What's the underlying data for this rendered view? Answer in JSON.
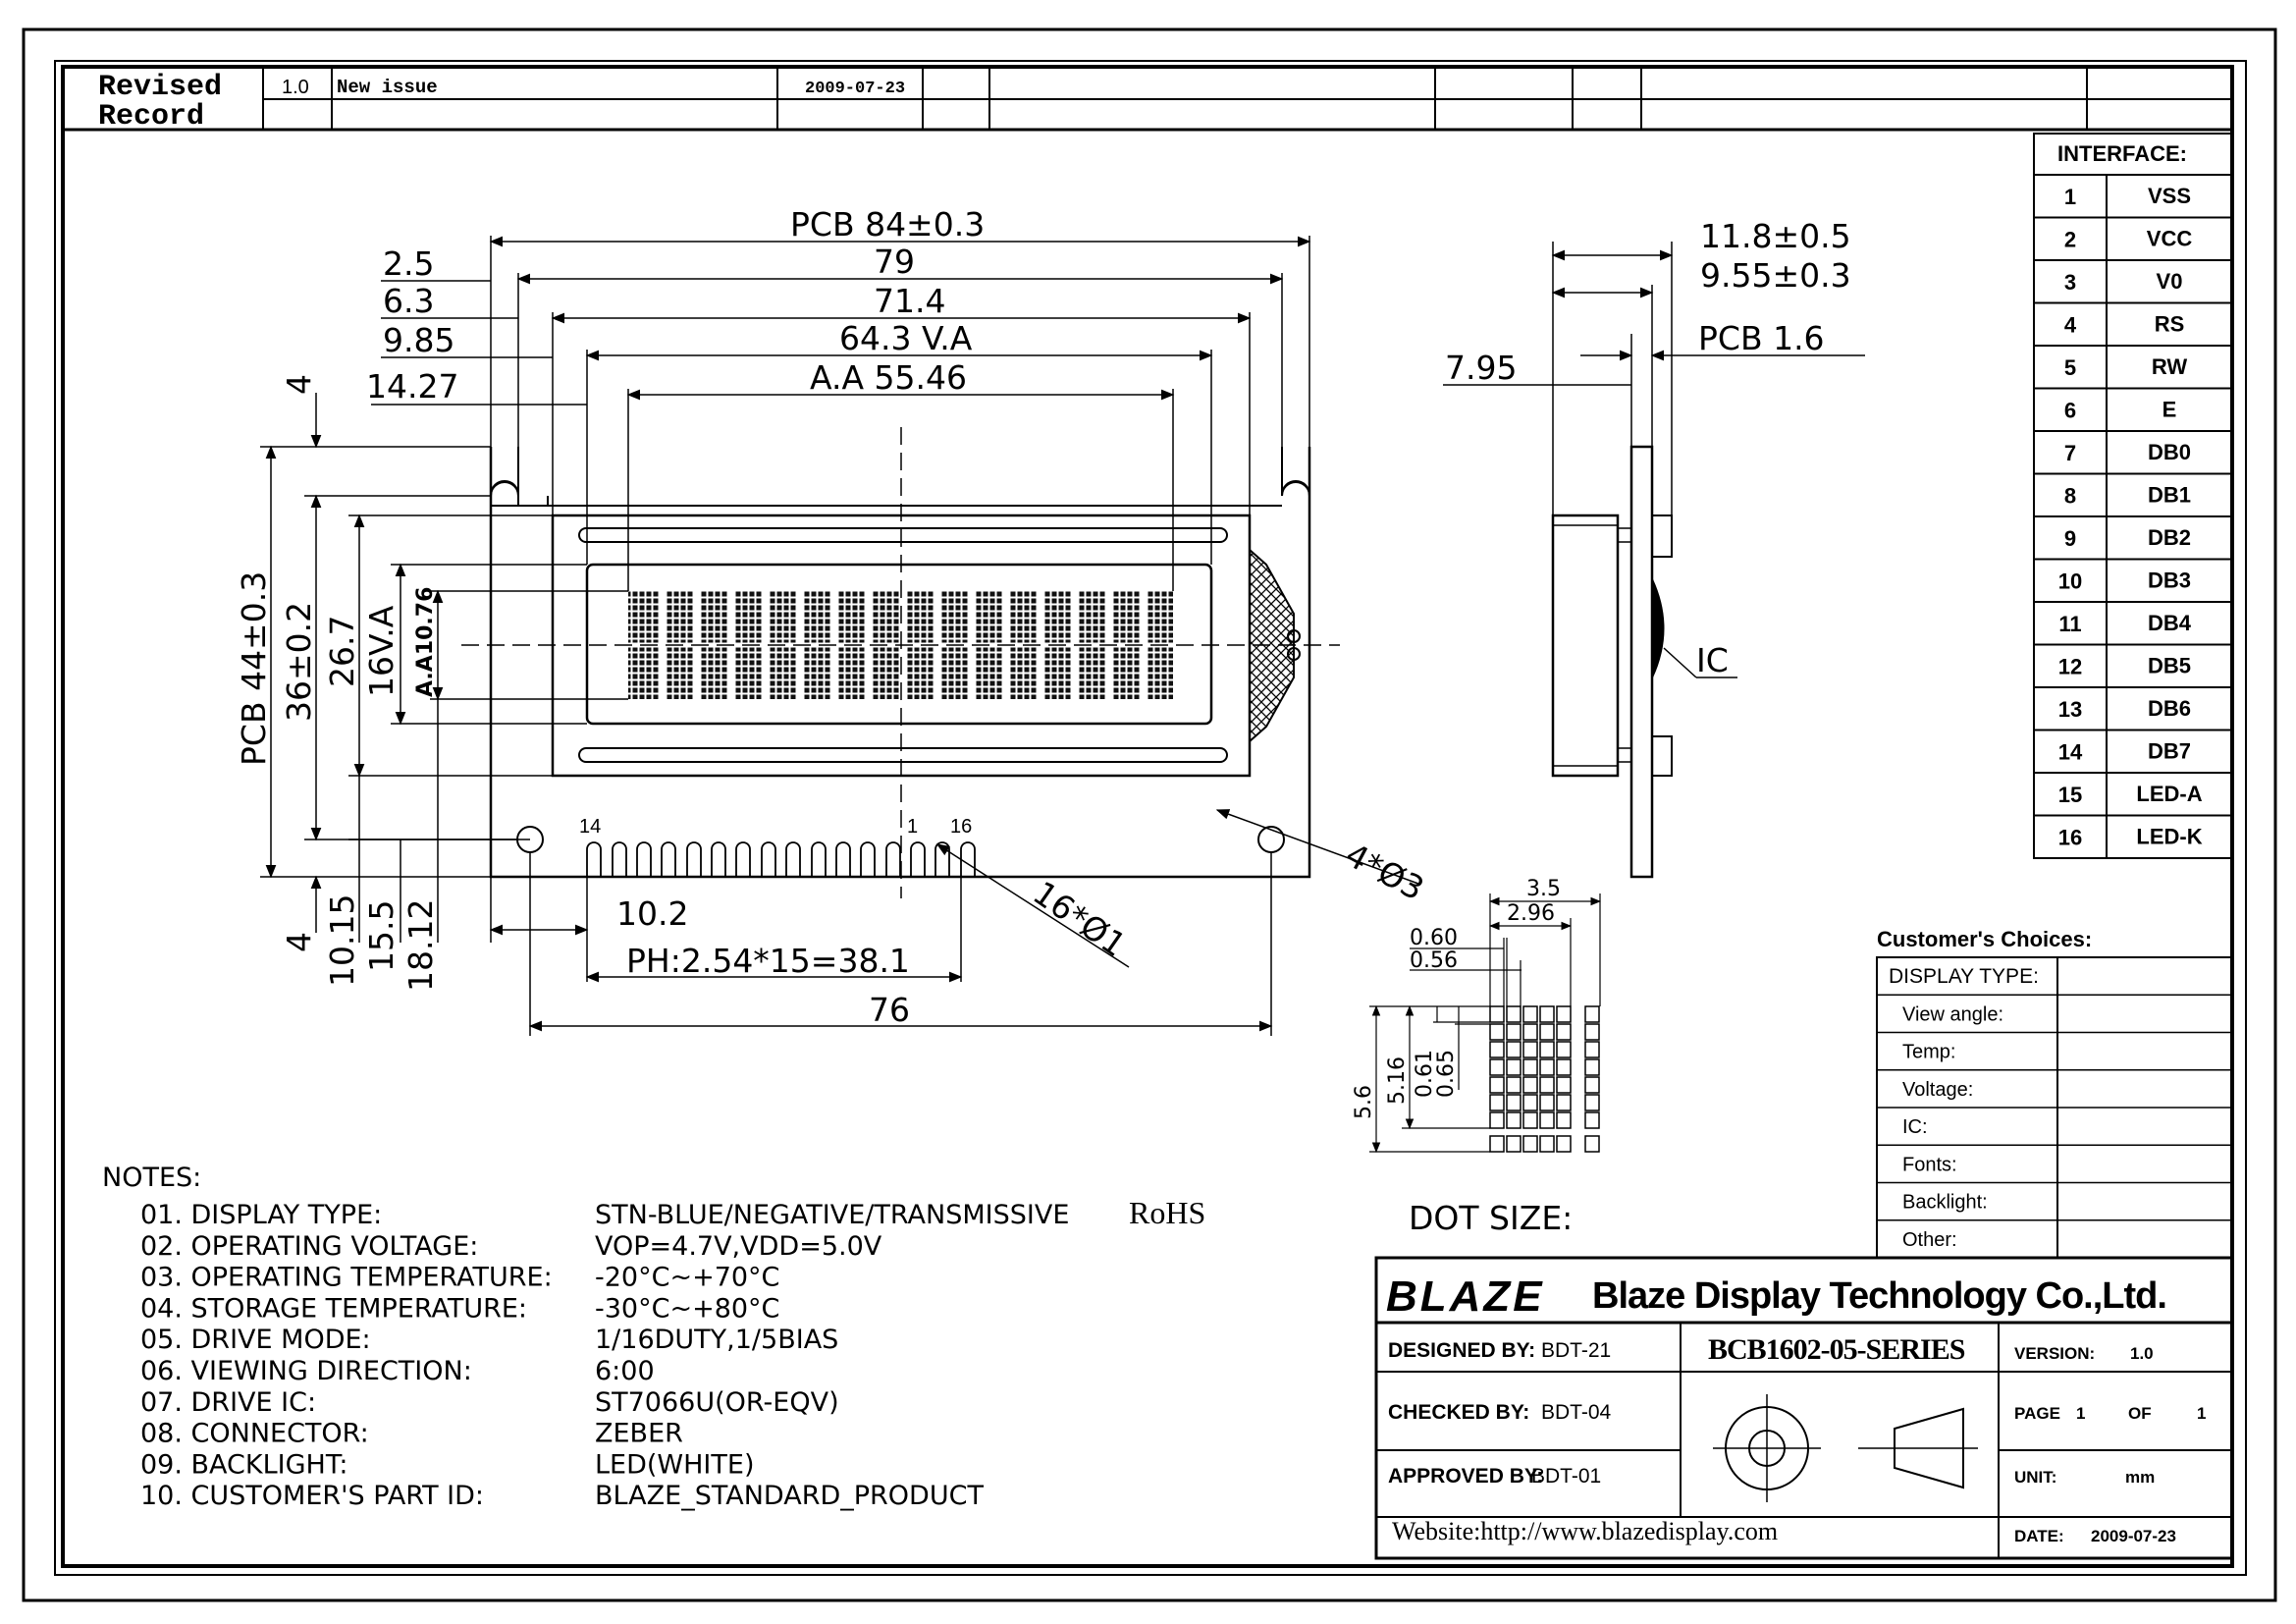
{
  "revision": {
    "label": "Revised Record",
    "rev": "1.0",
    "desc": "New issue",
    "date": "2009-07-23"
  },
  "dimensions": {
    "pcb_width": "PCB 84±0.3",
    "w79": "79",
    "w71": "71.4",
    "va_w": "64.3 V.A",
    "aa_w": "A.A 55.46",
    "d2_5": "2.5",
    "d6_3": "6.3",
    "d9_85": "9.85",
    "d14_27": "14.27",
    "top4": "4",
    "pcb_height": "PCB 44±0.3",
    "h36": "36±0.2",
    "h26": "26.7",
    "va_h": "16V.A",
    "aa_h": "A.A10.76",
    "b4": "4",
    "b10": "10.15",
    "b15": "15.5",
    "b18": "18.12",
    "d10_2": "10.2",
    "pitch": "PH:2.54*15=38.1",
    "w76": "76",
    "holes": "4*Ø3",
    "pins": "16*Ø1",
    "pin14": "14",
    "pin1": "1",
    "pin16": "16",
    "side_118": "11.8±0.5",
    "side_955": "9.55±0.3",
    "side_pcb": "PCB 1.6",
    "side_795": "7.95",
    "ic": "IC",
    "dot_35": "3.5",
    "dot_296": "2.96",
    "dot_060": "0.60",
    "dot_056": "0.56",
    "dot_56": "5.6",
    "dot_516": "5.16",
    "dot_061": "0.61",
    "dot_065": "0.65",
    "dot_title": "DOT SIZE:"
  },
  "interface": {
    "title": "INTERFACE:",
    "pins": [
      {
        "n": "1",
        "s": "VSS"
      },
      {
        "n": "2",
        "s": "VCC"
      },
      {
        "n": "3",
        "s": "V0"
      },
      {
        "n": "4",
        "s": "RS"
      },
      {
        "n": "5",
        "s": "RW"
      },
      {
        "n": "6",
        "s": "E"
      },
      {
        "n": "7",
        "s": "DB0"
      },
      {
        "n": "8",
        "s": "DB1"
      },
      {
        "n": "9",
        "s": "DB2"
      },
      {
        "n": "10",
        "s": "DB3"
      },
      {
        "n": "11",
        "s": "DB4"
      },
      {
        "n": "12",
        "s": "DB5"
      },
      {
        "n": "13",
        "s": "DB6"
      },
      {
        "n": "14",
        "s": "DB7"
      },
      {
        "n": "15",
        "s": "LED-A"
      },
      {
        "n": "16",
        "s": "LED-K"
      }
    ]
  },
  "choices": {
    "title": "Customer's Choices:",
    "rows": [
      "DISPLAY TYPE:",
      "View angle:",
      "Temp:",
      "Voltage:",
      "IC:",
      "Fonts:",
      "Backlight:",
      "Other:"
    ]
  },
  "notes": {
    "title": "NOTES:",
    "items": [
      {
        "k": "01. DISPLAY TYPE:",
        "v": "STN-BLUE/NEGATIVE/TRANSMISSIVE",
        "extra": "RoHS"
      },
      {
        "k": "02. OPERATING VOLTAGE:",
        "v": "VOP=4.7V,VDD=5.0V"
      },
      {
        "k": "03. OPERATING TEMPERATURE:",
        "v": "-20°C~+70°C"
      },
      {
        "k": "04. STORAGE TEMPERATURE:",
        "v": "-30°C~+80°C"
      },
      {
        "k": "05. DRIVE MODE:",
        "v": "1/16DUTY,1/5BIAS"
      },
      {
        "k": "06. VIEWING DIRECTION:",
        "v": "6:00"
      },
      {
        "k": "07. DRIVE IC:",
        "v": "ST7066U(OR-EQV)"
      },
      {
        "k": "08. CONNECTOR:",
        "v": "ZEBER"
      },
      {
        "k": "09. BACKLIGHT:",
        "v": "LED(WHITE)"
      },
      {
        "k": "10. CUSTOMER'S PART ID:",
        "v": "BLAZE_STANDARD_PRODUCT"
      }
    ]
  },
  "titleblock": {
    "logo": "BLAZE",
    "company": "Blaze Display Technology Co.,Ltd.",
    "designed_k": "DESIGNED BY:",
    "designed_v": "BDT-21",
    "checked_k": "CHECKED BY:",
    "checked_v": "BDT-04",
    "approved_k": "APPROVED BY:",
    "approved_v": "BDT-01",
    "part": "BCB1602-05-SERIES",
    "version_k": "VERSION:",
    "version_v": "1.0",
    "page_k": "PAGE",
    "page_n": "1",
    "page_of": "OF",
    "page_t": "1",
    "unit_k": "UNIT:",
    "unit_v": "mm",
    "date_k": "DATE:",
    "date_v": "2009-07-23",
    "website": "Website:http://www.blazedisplay.com"
  }
}
